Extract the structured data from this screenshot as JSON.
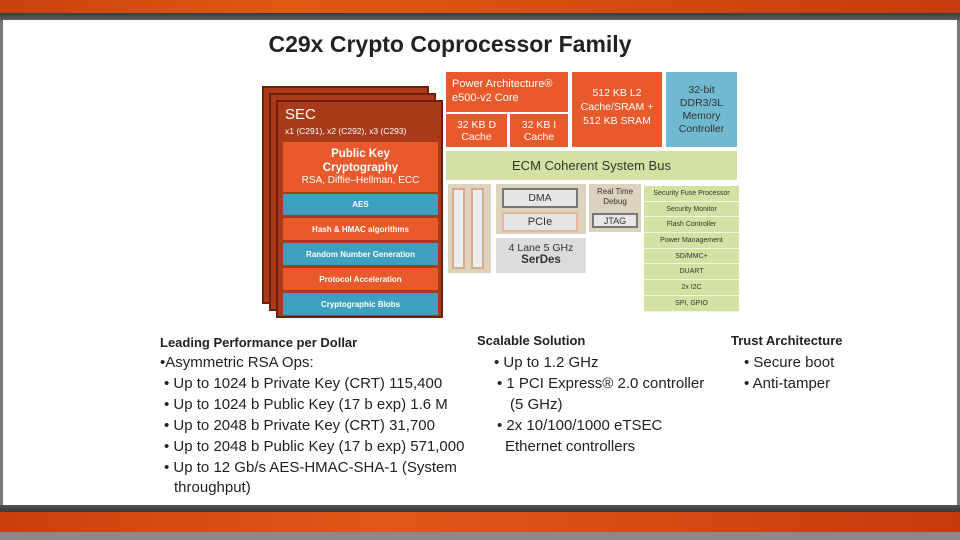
{
  "title": "C29x Crypto Coprocessor Family",
  "sec": {
    "name": "SEC",
    "variants": "x1 (C291), x2 (C292), x3 (C293)",
    "pk_title": "Public Key Cryptography",
    "pk_sub": "RSA, Diffie–Hellman, ECC",
    "blocks": [
      "AES",
      "Hash & HMAC algorithms",
      "Random Number Generation",
      "Protocol Acceleration",
      "Cryptographic Blobs"
    ]
  },
  "core": {
    "power": "Power Architecture® e500-v2 Core",
    "dcache": "32 KB D Cache",
    "icache": "32 KB I Cache",
    "l2": "512 KB L2 Cache/SRAM + 512 KB SRAM",
    "ddr": "32-bit DDR3/3L Memory Controller",
    "bus": "ECM Coherent System Bus",
    "dma": "DMA",
    "pcie": "PCIe",
    "serdes_a": "4 Lane  5 GHz",
    "serdes_b": "SerDes",
    "debug": "Real Time Debug",
    "jtag": "JTAG"
  },
  "peripherals": [
    "Security Fuse Processor",
    "Security Monitor",
    "Flash Controller",
    "Power Management",
    "SD/MMC+",
    "DUART",
    "2x I2C",
    "SPI, GPIO"
  ],
  "perf": {
    "heading": "Leading Performance per Dollar",
    "lines": [
      "•Asymmetric RSA Ops:",
      "• Up to 1024 b Private Key (CRT) 115,400",
      "• Up to 1024 b Public Key (17 b exp) 1.6 M",
      "• Up to 2048 b Private Key (CRT) 31,700",
      "• Up to 2048 b Public Key (17 b exp) 571,000",
      "• Up to 12 Gb/s AES-HMAC-SHA-1 (System",
      "throughput)"
    ]
  },
  "scal": {
    "heading": "Scalable Solution",
    "lines": [
      "• Up to 1.2 GHz",
      "• 1 PCI Express® 2.0 controller",
      "(5 GHz)",
      "• 2x 10/100/1000 eTSEC",
      "Ethernet controllers"
    ]
  },
  "trust": {
    "heading": "Trust Architecture",
    "lines": [
      "• Secure boot",
      "• Anti-tamper"
    ]
  }
}
